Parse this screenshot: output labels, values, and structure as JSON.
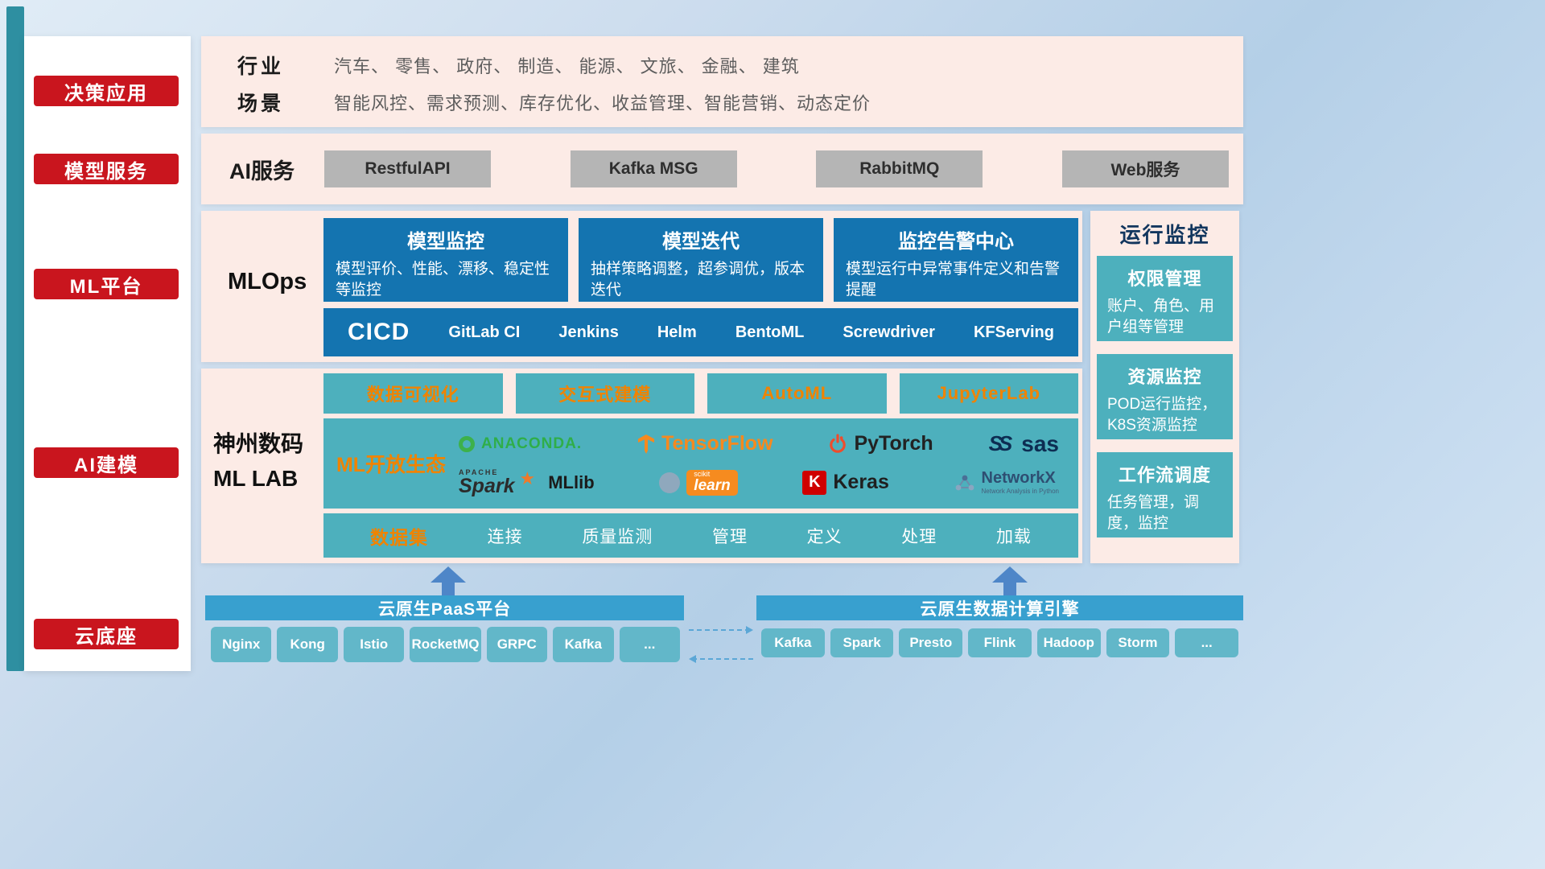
{
  "sidebar": {
    "items": [
      {
        "label": "决策应用"
      },
      {
        "label": "模型服务"
      },
      {
        "label": "ML平台"
      },
      {
        "label": "AI建模"
      },
      {
        "label": "云底座"
      }
    ]
  },
  "industry": {
    "rows": [
      {
        "label": "行业",
        "text": "汽车、 零售、 政府、 制造、 能源、 文旅、 金融、 建筑"
      },
      {
        "label": "场景",
        "text": "智能风控、需求预测、库存优化、收益管理、智能营销、动态定价"
      }
    ]
  },
  "ai_service": {
    "label": "AI服务",
    "items": [
      "RestfulAPI",
      "Kafka MSG",
      "RabbitMQ",
      "Web服务"
    ]
  },
  "mlops": {
    "label": "MLOps",
    "cards": [
      {
        "title": "模型监控",
        "body": "模型评价、性能、漂移、稳定性等监控"
      },
      {
        "title": "模型迭代",
        "body": "抽样策略调整，超参调优，版本迭代"
      },
      {
        "title": "监控告警中心",
        "body": "模型运行中异常事件定义和告警提醒"
      }
    ],
    "cicd": {
      "label": "CICD",
      "items": [
        "GitLab CI",
        "Jenkins",
        "Helm",
        "BentoML",
        "Screwdriver",
        "KFServing"
      ]
    }
  },
  "mllab": {
    "label_line1": "神州数码",
    "label_line2": "ML LAB",
    "top_items": [
      "数据可视化",
      "交互式建模",
      "AutoML",
      "JupyterLab"
    ],
    "eco": {
      "label": "ML开放生态",
      "anaconda": "ANACONDA.",
      "tensorflow": "TensorFlow",
      "pytorch": "PyTorch",
      "sas": "sas",
      "apache": "APACHE",
      "spark": "Spark",
      "mllib": "MLlib",
      "scikit_top": "scikit",
      "scikit": "learn",
      "keras_k": "K",
      "keras": "Keras",
      "networkx": "NetworkX",
      "networkx_sub": "Network Analysis in Python"
    },
    "dataset": {
      "label": "数据集",
      "items": [
        "连接",
        "质量监测",
        "管理",
        "定义",
        "处理",
        "加载"
      ]
    }
  },
  "monitor": {
    "title": "运行监控",
    "cards": [
      {
        "title": "权限管理",
        "body": "账户、角色、用户组等管理"
      },
      {
        "title": "资源监控",
        "body": "POD运行监控，K8S资源监控"
      },
      {
        "title": "工作流调度",
        "body": "任务管理，调度，监控"
      }
    ]
  },
  "cloud": {
    "left": {
      "title": "云原生PaaS平台",
      "items": [
        "Nginx",
        "Kong",
        "Istio",
        "RocketMQ",
        "GRPC",
        "Kafka",
        "..."
      ]
    },
    "right": {
      "title": "云原生数据计算引擎",
      "items": [
        "Kafka",
        "Spark",
        "Presto",
        "Flink",
        "Hadoop",
        "Storm",
        "..."
      ]
    }
  },
  "icons": {
    "spark_star": "★",
    "sas_mark": "SS"
  },
  "colors": {
    "accent_red": "#c9151e",
    "band_pink": "#fcebe6",
    "card_blue": "#1474b0",
    "teal": "#4db0bd",
    "orange": "#f08300",
    "bar_blue": "#38a0cf",
    "chip_teal": "#62b7c9",
    "arrow_blue": "#4e86c8",
    "gray_button": "#b5b5b5"
  }
}
